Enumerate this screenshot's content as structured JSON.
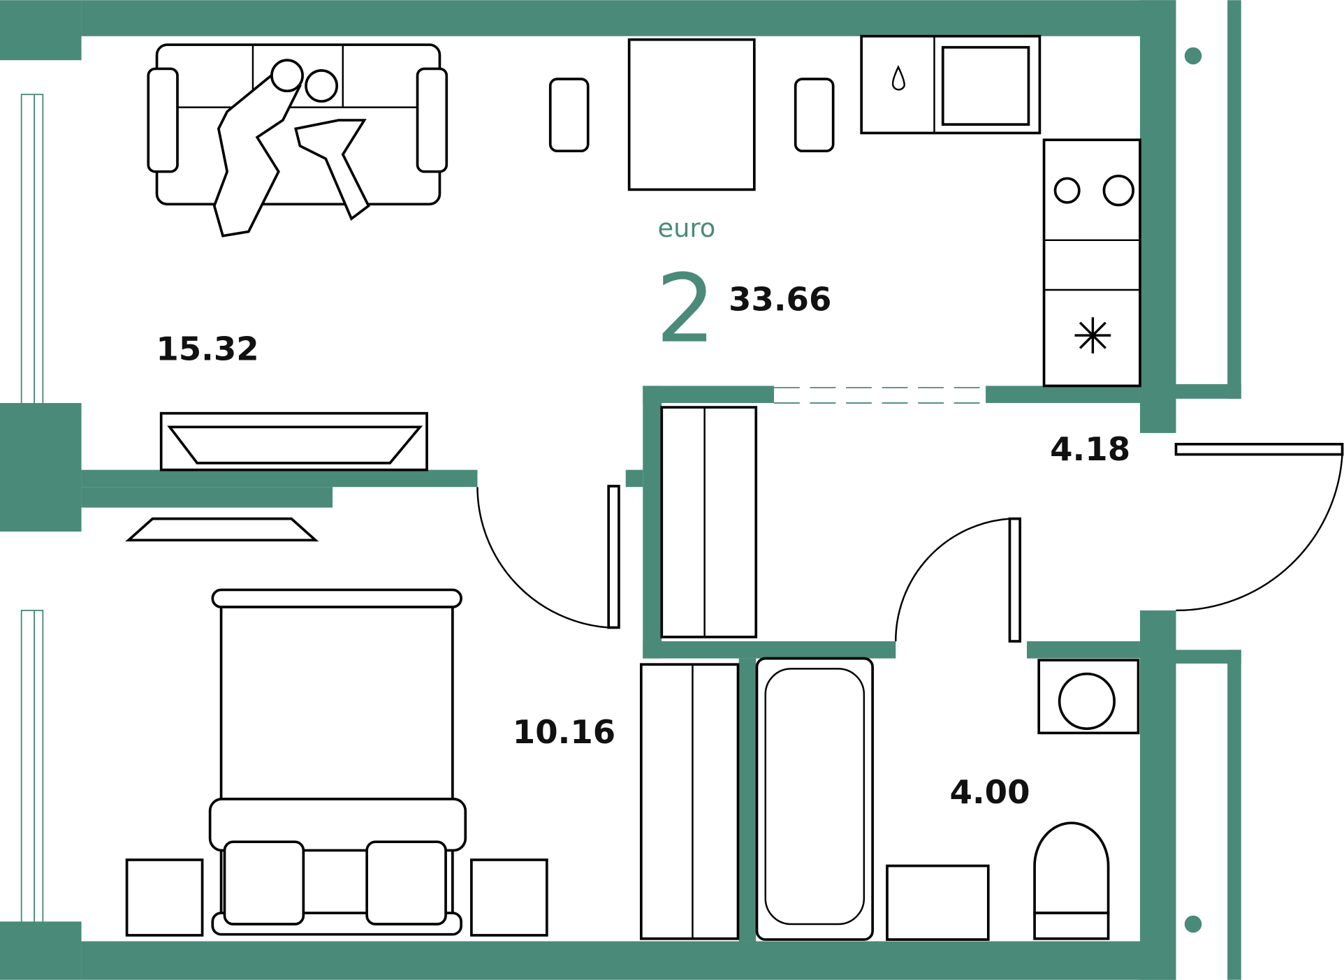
{
  "plan": {
    "label": "euro",
    "rooms_count": "2",
    "total_area": "33.66",
    "accent_color": "#4a8a78",
    "rooms": [
      {
        "name": "living-kitchen",
        "area": "15.32"
      },
      {
        "name": "bedroom",
        "area": "10.16"
      },
      {
        "name": "hallway",
        "area": "4.18"
      },
      {
        "name": "bathroom",
        "area": "4.00"
      }
    ]
  }
}
